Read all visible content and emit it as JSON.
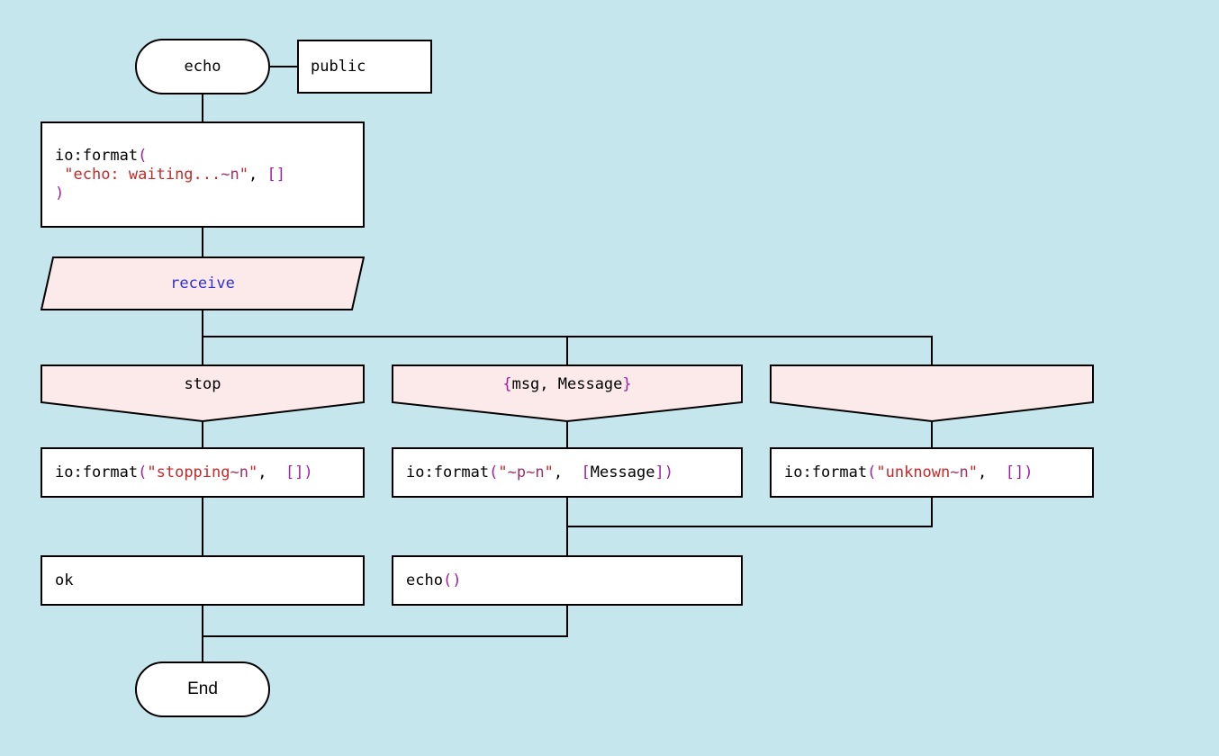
{
  "colors": {
    "background": "#c6e6ee",
    "node_fill": "#ffffff",
    "accent_fill": "#fce9e9",
    "border": "#000000",
    "code_text": "#000000",
    "punctuation": "#a020a0",
    "string": "#c42a2a",
    "string_escape": "#a03068",
    "receive_blue": "#3030cc"
  },
  "nodes": {
    "start": {
      "label": "echo"
    },
    "visibility": {
      "label": "public"
    },
    "format_waiting": {
      "code": [
        [
          {
            "t": "io:format",
            "c": "k"
          },
          {
            "t": "(",
            "c": "p"
          }
        ],
        [
          {
            "t": " ",
            "c": "k"
          },
          {
            "t": "\"echo: waiting...",
            "c": "s"
          },
          {
            "t": "~n",
            "c": "e"
          },
          {
            "t": "\"",
            "c": "s"
          },
          {
            "t": ", ",
            "c": "k"
          },
          {
            "t": "[]",
            "c": "p"
          }
        ],
        [
          {
            "t": ")",
            "c": "p"
          }
        ]
      ]
    },
    "receive": {
      "label": "receive"
    },
    "branch_stop": {
      "header": [
        [
          {
            "t": "stop",
            "c": "k"
          }
        ]
      ],
      "body": [
        [
          {
            "t": "io:format",
            "c": "k"
          },
          {
            "t": "(",
            "c": "p"
          },
          {
            "t": "\"stopping",
            "c": "s"
          },
          {
            "t": "~n",
            "c": "e"
          },
          {
            "t": "\"",
            "c": "s"
          },
          {
            "t": ",  ",
            "c": "k"
          },
          {
            "t": "[])",
            "c": "p"
          }
        ]
      ]
    },
    "branch_msg": {
      "header": [
        [
          {
            "t": "{",
            "c": "p"
          },
          {
            "t": "msg, Message",
            "c": "k"
          },
          {
            "t": "}",
            "c": "p"
          }
        ]
      ],
      "body": [
        [
          {
            "t": "io:format",
            "c": "k"
          },
          {
            "t": "(",
            "c": "p"
          },
          {
            "t": "\"",
            "c": "s"
          },
          {
            "t": "~p~n",
            "c": "e"
          },
          {
            "t": "\"",
            "c": "s"
          },
          {
            "t": ",  ",
            "c": "k"
          },
          {
            "t": "[",
            "c": "p"
          },
          {
            "t": "Message",
            "c": "k"
          },
          {
            "t": "])",
            "c": "p"
          }
        ]
      ]
    },
    "branch_other": {
      "header": [],
      "body": [
        [
          {
            "t": "io:format",
            "c": "k"
          },
          {
            "t": "(",
            "c": "p"
          },
          {
            "t": "\"unknown",
            "c": "s"
          },
          {
            "t": "~n",
            "c": "e"
          },
          {
            "t": "\"",
            "c": "s"
          },
          {
            "t": ",  ",
            "c": "k"
          },
          {
            "t": "[])",
            "c": "p"
          }
        ]
      ]
    },
    "ok": {
      "code": [
        [
          {
            "t": "ok",
            "c": "k"
          }
        ]
      ]
    },
    "echo_call": {
      "code": [
        [
          {
            "t": "echo",
            "c": "k"
          },
          {
            "t": "()",
            "c": "p"
          }
        ]
      ]
    },
    "end": {
      "label": "End"
    }
  }
}
